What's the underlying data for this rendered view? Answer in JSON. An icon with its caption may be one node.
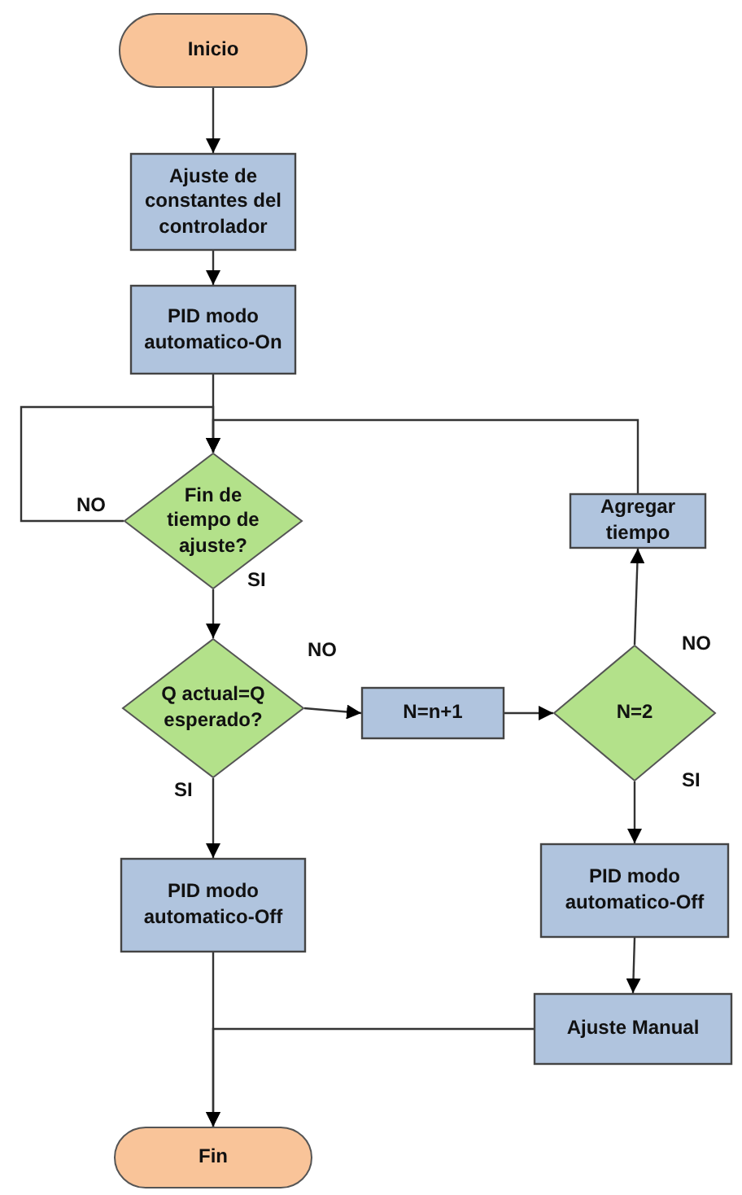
{
  "diagram": {
    "nodes": [
      {
        "text": [
          "Inicio"
        ]
      },
      {
        "text": [
          "Ajuste de constantes del controlador"
        ]
      },
      {
        "text": [
          "PID modo automatico-On"
        ]
      },
      {
        "text": [
          "Fin de tiempo de ajuste?"
        ]
      },
      {
        "text": [
          "Q actual=Q esperado?"
        ]
      },
      {
        "text": [
          "N=n+1"
        ]
      },
      {
        "text": [
          "N=2"
        ]
      },
      {
        "text": [
          "Agregar tiempo"
        ]
      },
      {
        "text": [
          "PID modo automatico-Off"
        ]
      },
      {
        "text": [
          "PID modo automatico-Off"
        ]
      },
      {
        "text": [
          "Ajuste Manual"
        ]
      },
      {
        "text": [
          "Fin"
        ]
      }
    ],
    "edges": [
      {
        "from": 0,
        "to": 1,
        "arrow": "to"
      },
      {
        "from": 1,
        "to": 2,
        "arrow": "to"
      },
      {
        "from": 2,
        "to": 3,
        "arrow": "to"
      },
      {
        "from": 3,
        "to": 3,
        "arrow": "to",
        "label": "NO"
      },
      {
        "from": 3,
        "to": 4,
        "arrow": "to",
        "label": "SI"
      },
      {
        "from": 4,
        "to": 5,
        "arrow": "to",
        "label": "NO"
      },
      {
        "from": 5,
        "to": 6,
        "arrow": "to"
      },
      {
        "from": 6,
        "to": 7,
        "arrow": "to",
        "label": "NO"
      },
      {
        "from": 7,
        "to": 3,
        "arrow": "to"
      },
      {
        "from": 6,
        "to": 9,
        "arrow": "to",
        "label": "SI"
      },
      {
        "from": 4,
        "to": 8,
        "arrow": "to",
        "label": "SI"
      },
      {
        "from": 9,
        "to": 10,
        "arrow": "to"
      },
      {
        "from": 8,
        "to": 11,
        "arrow": "to"
      },
      {
        "from": 10,
        "to": 11,
        "arrow": "to"
      }
    ]
  }
}
